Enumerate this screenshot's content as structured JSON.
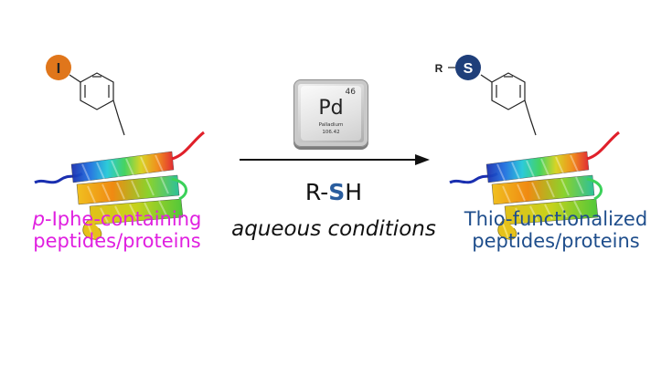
{
  "left": {
    "substituent_atom": "I",
    "label_prefix": "p",
    "label_line1_rest": "-Iphe-containing",
    "label_line2": "peptides/proteins"
  },
  "right": {
    "r_group": "R",
    "substituent_atom": "S",
    "label_line1": "Thio-functionalized",
    "label_line2": "peptides/proteins"
  },
  "catalyst": {
    "atomic_number": "46",
    "symbol": "Pd",
    "name": "Palladium",
    "mass": "106.42"
  },
  "reagent": {
    "prefix": "R-",
    "sulfur": "S",
    "suffix": "H"
  },
  "conditions": "aqueous conditions",
  "colors": {
    "iodine_atom": "#e0761b",
    "sulfur_atom": "#1f3f7a",
    "left_label": "#e020e0",
    "right_label": "#1f4e8c"
  }
}
